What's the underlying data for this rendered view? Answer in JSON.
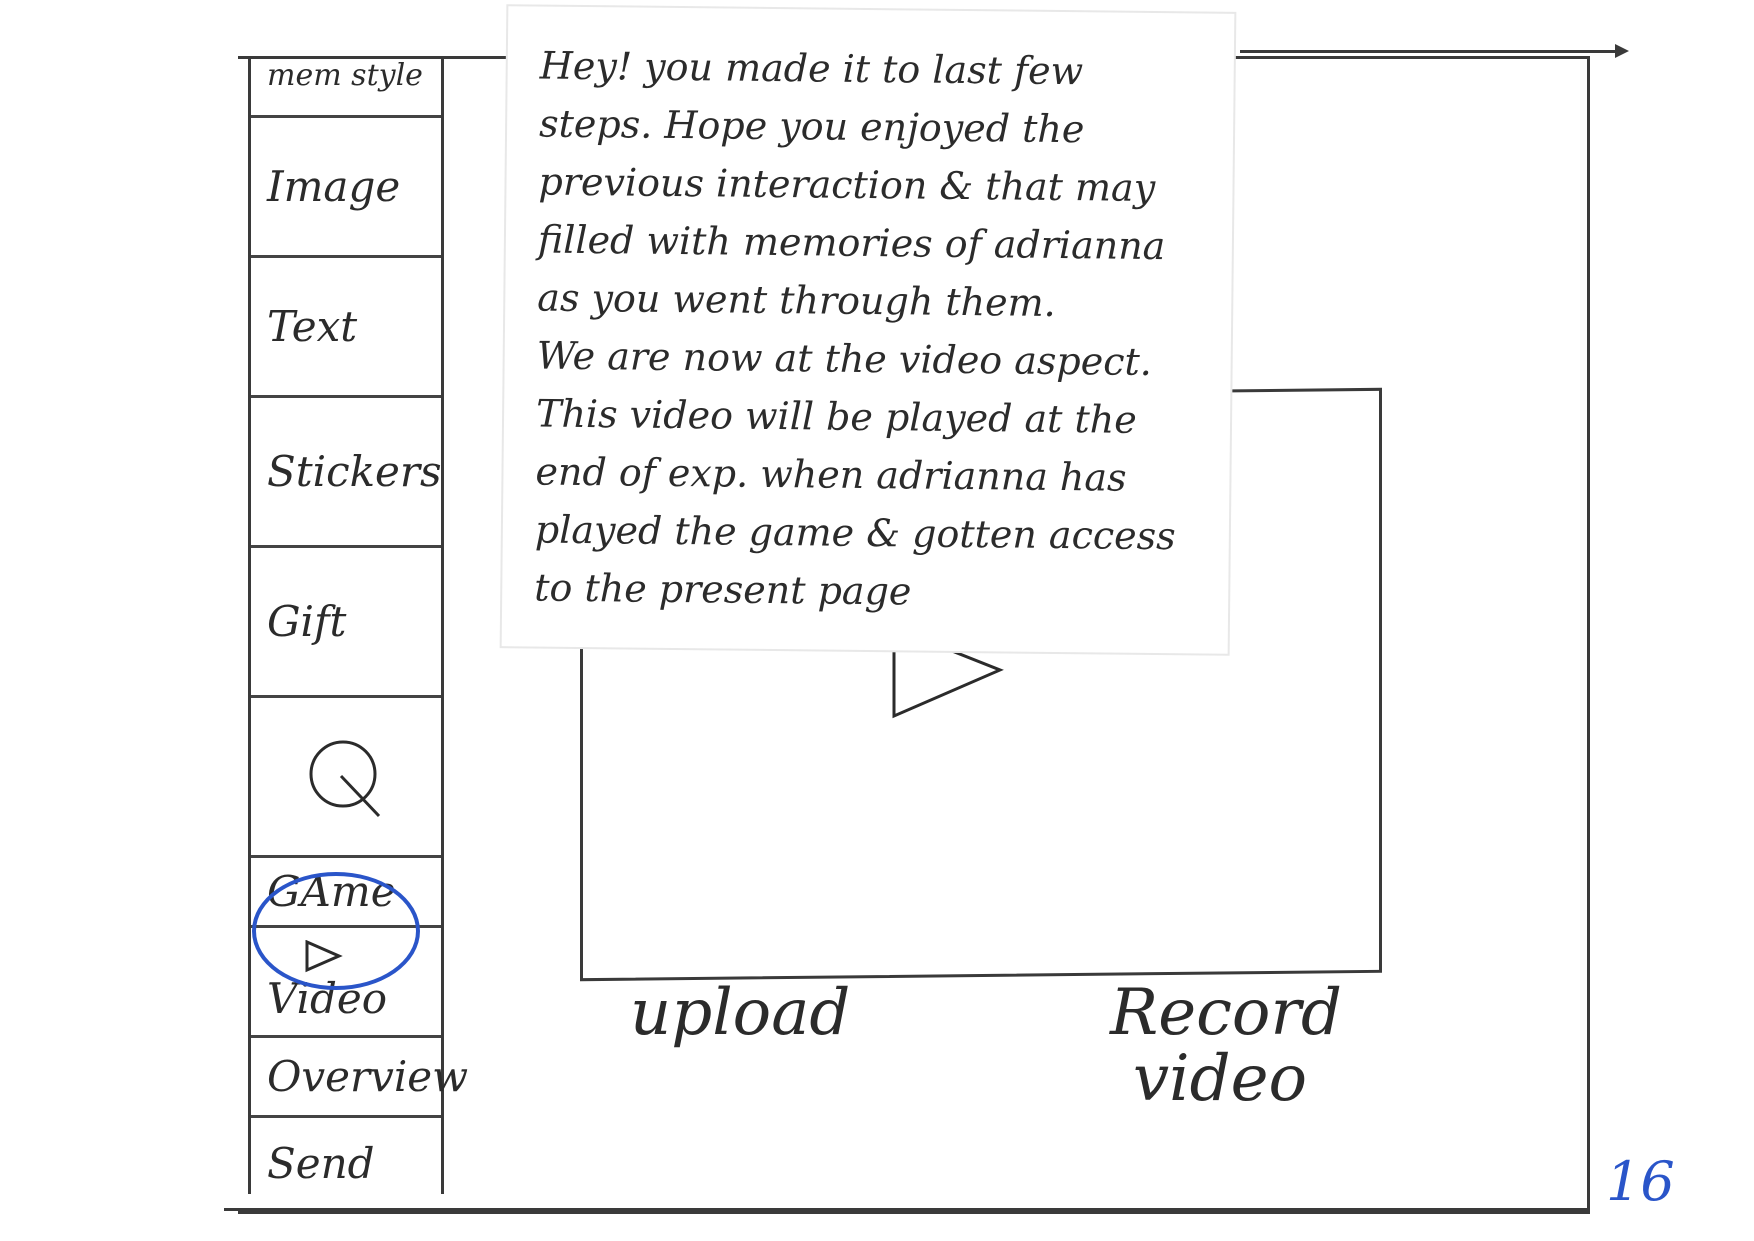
{
  "sidebar": {
    "items": [
      {
        "label": "mem style"
      },
      {
        "label": "Image"
      },
      {
        "label": "Text"
      },
      {
        "label": "Stickers"
      },
      {
        "label": "Gift"
      },
      {
        "label": ""
      },
      {
        "label": "GAme"
      },
      {
        "label": "Video"
      },
      {
        "label": "Overview"
      },
      {
        "label": "Send"
      }
    ],
    "selected": "Video",
    "selected_color": "#2a55c9"
  },
  "note": {
    "paragraph_1": "Hey! you made it to last few steps. Hope you enjoyed the previous interaction & that may filled with memories of adrianna as you went through them.",
    "paragraph_2": "We are now at the video aspect. This video will be played at the end of exp. when adrianna has played the game & gotten access to the present page"
  },
  "actions": {
    "upload_label": "upload",
    "record_label": "Record video"
  },
  "page_number": "16"
}
